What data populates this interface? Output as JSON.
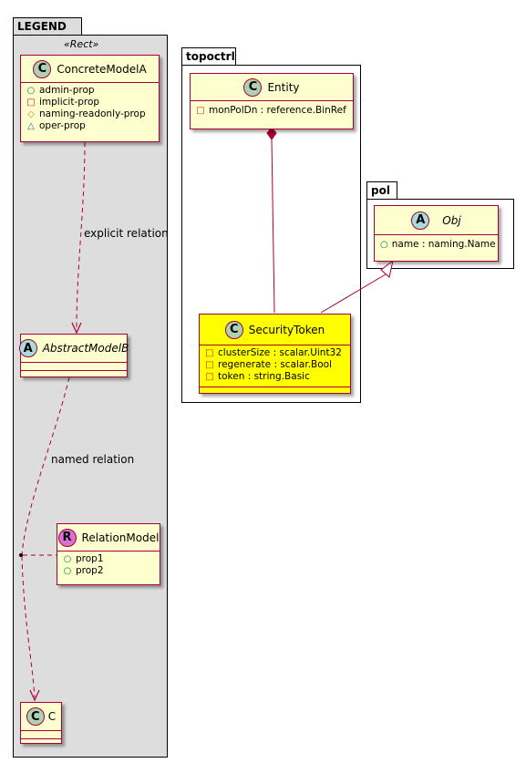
{
  "packages": {
    "legend": {
      "name": "LEGEND",
      "stereotype": "«Rect»"
    },
    "topoctrl": {
      "name": "topoctrl"
    },
    "pol": {
      "name": "pol"
    }
  },
  "classes": {
    "concrete_model_a": {
      "badge": "C",
      "name": "ConcreteModelA",
      "attributes": [
        {
          "vis": "○",
          "text": "admin-prop"
        },
        {
          "vis": "□",
          "text": "implicit-prop"
        },
        {
          "vis": "◇",
          "text": "naming-readonly-prop"
        },
        {
          "vis": "△",
          "text": "oper-prop"
        }
      ]
    },
    "abstract_model_b": {
      "badge": "A",
      "name": "AbstractModelB"
    },
    "relation_model": {
      "badge": "R",
      "name": "RelationModel",
      "attributes": [
        {
          "vis": "○",
          "text": "prop1"
        },
        {
          "vis": "○",
          "text": "prop2"
        }
      ]
    },
    "c": {
      "badge": "C",
      "name": "C"
    },
    "entity": {
      "badge": "C",
      "name": "Entity",
      "attributes": [
        {
          "vis": "□",
          "text": "monPolDn : reference.BinRef"
        }
      ]
    },
    "security_token": {
      "badge": "C",
      "name": "SecurityToken",
      "attributes": [
        {
          "vis": "□",
          "text": "clusterSize : scalar.Uint32"
        },
        {
          "vis": "□",
          "text": "regenerate : scalar.Bool"
        },
        {
          "vis": "□",
          "text": "token : string.Basic"
        }
      ]
    },
    "obj": {
      "badge": "A",
      "name": "Obj",
      "attributes": [
        {
          "vis": "○",
          "text": "name : naming.Name"
        }
      ]
    }
  },
  "relations": {
    "explicit": "explicit relation",
    "named": "named relation"
  },
  "colors": {
    "class_fill": "#FEFECE",
    "class_border": "#A80036",
    "highlight_fill": "#FFFF00",
    "legend_fill": "#DDDDDD",
    "badge_class": "#ADD1B2",
    "badge_abstract": "#A9DCDF",
    "badge_relation": "#DA70D6"
  }
}
